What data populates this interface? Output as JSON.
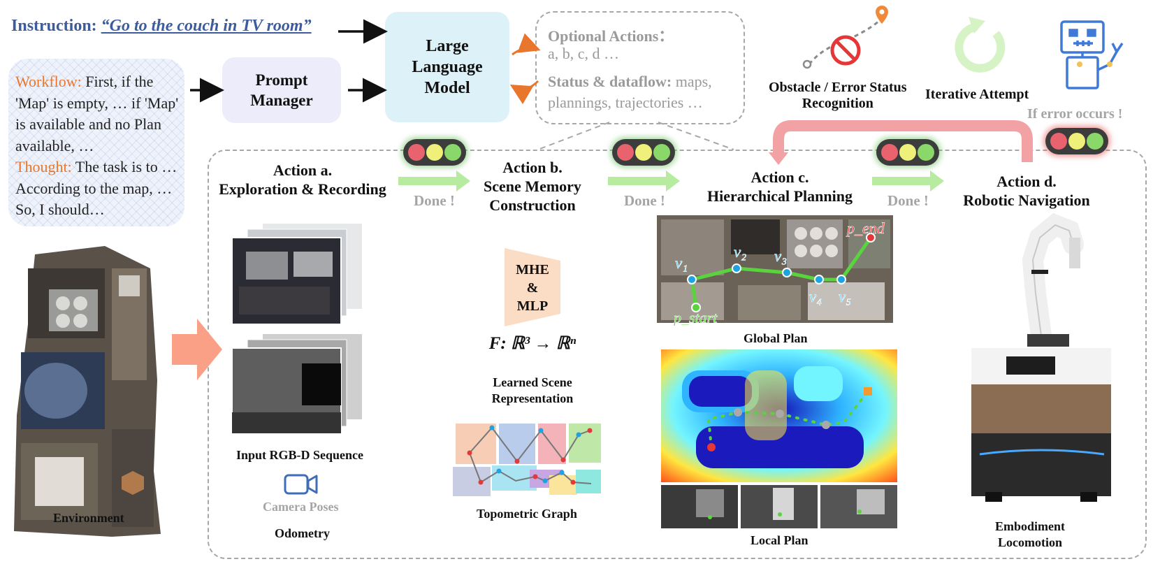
{
  "instruction": {
    "label": "Instruction:",
    "quote": "“Go to the couch in TV room”"
  },
  "workflow": {
    "workflow_label": "Workflow:",
    "workflow_text": "First, if the 'Map' is empty, … if 'Map' is available and no Plan available, …",
    "thought_label": "Thought:",
    "thought_text": "The task is to … According to the map, … So, I should…"
  },
  "prompt_manager": "Prompt Manager",
  "llm": "Large Language Model",
  "optional": {
    "title": "Optional Actions：",
    "actions": "a, b, c, d …",
    "status_label": "Status & dataflow:",
    "status_text1": "maps,",
    "status_text2": "plannings, trajectories …"
  },
  "top_right": {
    "obstacle_line1": "Obstacle / Error Status",
    "obstacle_line2": "Recognition",
    "iterative": "Iterative Attempt",
    "if_error": "If error occurs !"
  },
  "actions": {
    "a_line1": "Action a.",
    "a_line2": "Exploration & Recording",
    "b_line1": "Action b.",
    "b_line2": "Scene Memory",
    "b_line3": "Construction",
    "c_line1": "Action c.",
    "c_line2": "Hierarchical Planning",
    "d_line1": "Action d.",
    "d_line2": "Robotic Navigation",
    "done": "Done !"
  },
  "captions": {
    "environment": "Environment",
    "rgbd": "Input RGB-D Sequence",
    "camera": "Camera Poses",
    "odometry": "Odometry",
    "mhe1": "MHE",
    "mhe2": "&",
    "mhe3": "MLP",
    "formula": "F: ℝ³ → ℝⁿ",
    "learned1": "Learned Scene",
    "learned2": "Representation",
    "topometric": "Topometric Graph",
    "global_plan": "Global Plan",
    "local_plan": "Local Plan",
    "embodiment1": "Embodiment",
    "embodiment2": "Locomotion"
  },
  "plan_labels": {
    "v1": "v₁",
    "v2": "v₂",
    "v3": "v₃",
    "v4": "v₄",
    "v5": "v₅",
    "p_start": "p_start",
    "p_end": "p_end"
  },
  "colors": {
    "instruction_blue": "#3d5c9c",
    "orange": "#e8762d",
    "llm_bg": "#dcf1f8",
    "pm_bg": "#ececfb",
    "done_arrow": "#b6eba0",
    "error_arrow": "#f2a1a4",
    "path_green": "#5ad43e",
    "node_blue": "#1fa3e0"
  }
}
